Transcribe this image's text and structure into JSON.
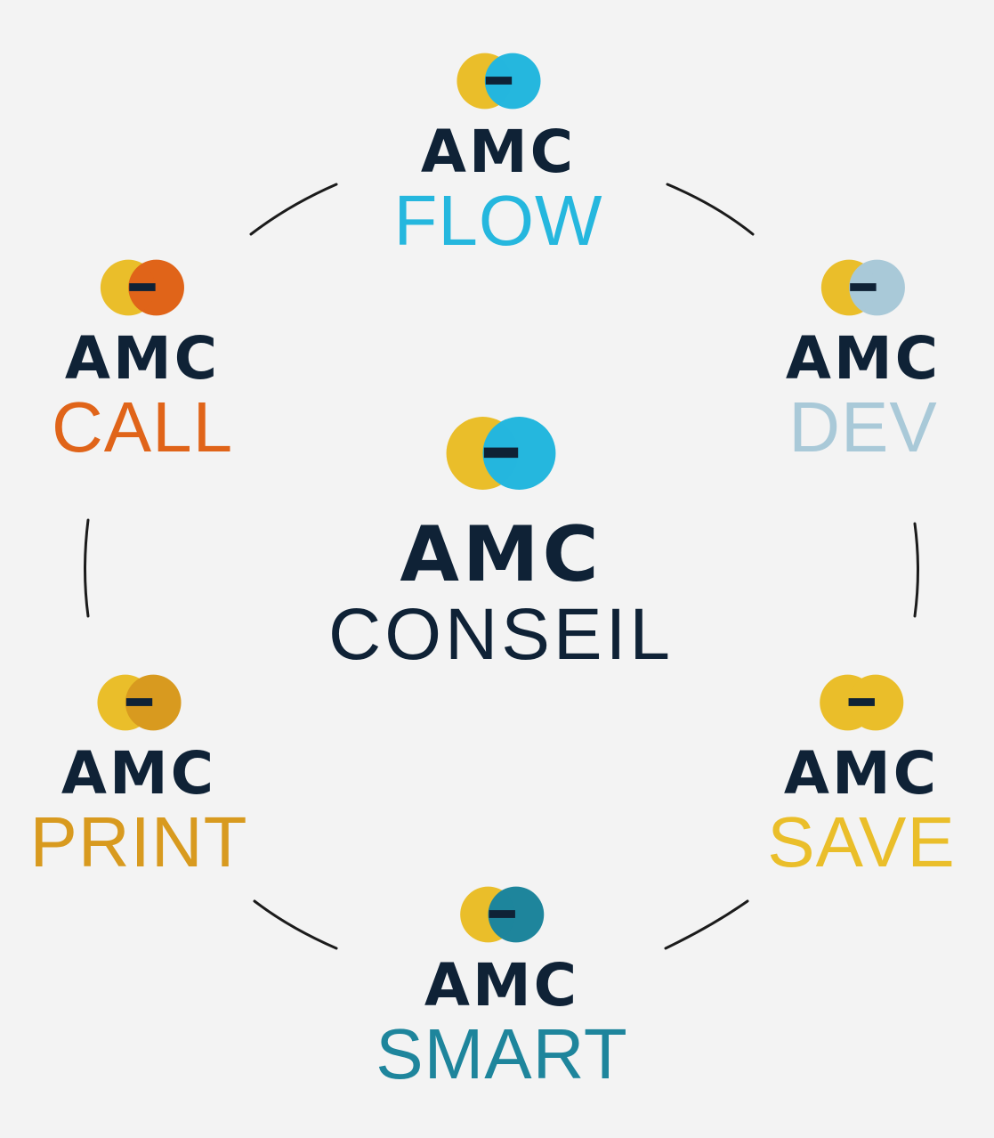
{
  "center": {
    "brand": "AMC",
    "product": "CONSEIL",
    "color": "#0f2236",
    "ring_color": "#25b7de"
  },
  "nodes": {
    "flow": {
      "brand": "AMC",
      "product": "FLOW",
      "color": "#25b7de"
    },
    "dev": {
      "brand": "AMC",
      "product": "DEV",
      "color": "#a9c9d8"
    },
    "save": {
      "brand": "AMC",
      "product": "SAVE",
      "color": "#eabe2a"
    },
    "smart": {
      "brand": "AMC",
      "product": "SMART",
      "color": "#1e859c"
    },
    "print": {
      "brand": "AMC",
      "product": "PRINT",
      "color": "#d89a1f"
    },
    "call": {
      "brand": "AMC",
      "product": "CALL",
      "color": "#e06419"
    }
  },
  "logo": {
    "left_circle_color": "#eabe2a",
    "stripe_color": "#0f2236"
  }
}
